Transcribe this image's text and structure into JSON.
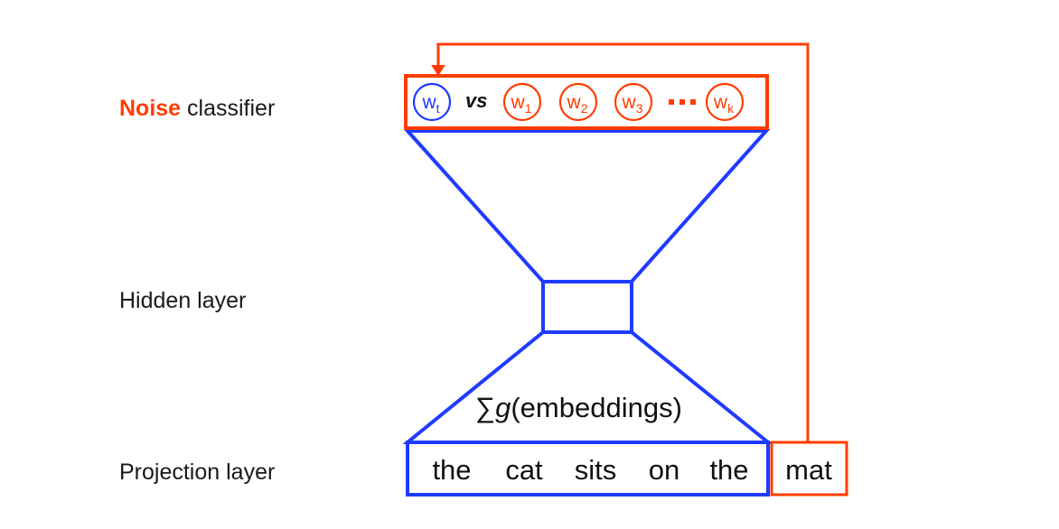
{
  "labels": {
    "noise_prefix": "Noise",
    "noise_suffix": " classifier",
    "hidden": "Hidden layer",
    "projection": "Projection layer"
  },
  "classifier": {
    "target": {
      "base": "w",
      "sub": "t"
    },
    "vs": "vs",
    "noise": [
      {
        "base": "w",
        "sub": "1"
      },
      {
        "base": "w",
        "sub": "2"
      },
      {
        "base": "w",
        "sub": "3"
      },
      {
        "base": "w",
        "sub": "k"
      }
    ]
  },
  "projection": {
    "sum_symbol": "∑",
    "sum_fn": "g",
    "sum_arg": "(embeddings)",
    "context_words": [
      "the",
      "cat",
      "sits",
      "on",
      "the"
    ],
    "target_word": "mat"
  },
  "colors": {
    "blue": "#1f3bff",
    "red": "#ff3d00"
  }
}
